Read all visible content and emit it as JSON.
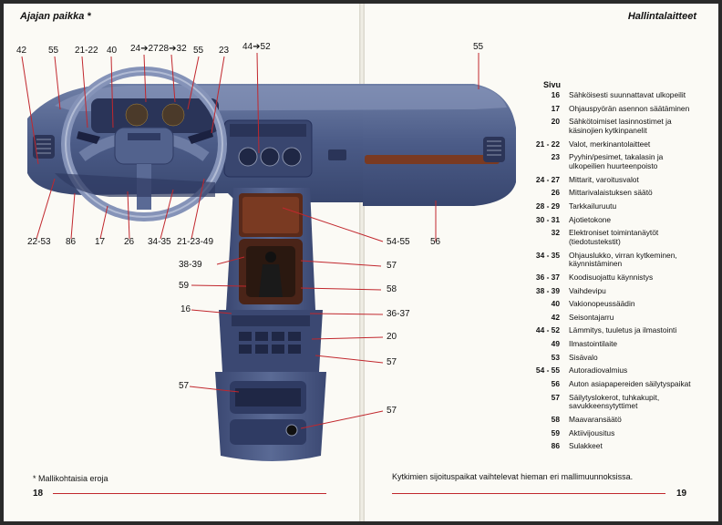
{
  "left_page": {
    "header": "Ajajan paikka  *",
    "footnote": "*  Mallikohtaisia eroja",
    "page_number": "18"
  },
  "right_page": {
    "header": "Hallintalaitteet",
    "column_header": "Sivu",
    "index": [
      {
        "page": "16",
        "text": "Sähköisesti suunnattavat ulkopeilit"
      },
      {
        "page": "17",
        "text": "Ohjauspyörän asennon säätäminen"
      },
      {
        "page": "20",
        "text": "Sähkötoimiset lasinnostimet ja käsinojien kytkinpanelit"
      },
      {
        "page": "21 - 22",
        "text": "Valot, merkinantolaitteet"
      },
      {
        "page": "23",
        "text": "Pyyhin/pesimet, takalasin ja ulkopeilien huurteenpoisto"
      },
      {
        "page": "24 - 27",
        "text": "Mittarit, varoitusvalot"
      },
      {
        "page": "26",
        "text": "Mittarivalaistuksen säätö"
      },
      {
        "page": "28 - 29",
        "text": "Tarkkailuruutu"
      },
      {
        "page": "30 - 31",
        "text": "Ajotietokone"
      },
      {
        "page": "32",
        "text": "Elektroniset toimintanäytöt (tiedotustekstit)"
      },
      {
        "page": "34 - 35",
        "text": "Ohjauslukko, virran kytkeminen, käynnistäminen"
      },
      {
        "page": "36 - 37",
        "text": "Koodisuojattu käynnistys"
      },
      {
        "page": "38 - 39",
        "text": "Vaihdevipu"
      },
      {
        "page": "40",
        "text": "Vakionopeussäädin"
      },
      {
        "page": "42",
        "text": "Seisontajarru"
      },
      {
        "page": "44 - 52",
        "text": "Lämmitys, tuuletus ja ilmastointi"
      },
      {
        "page": "49",
        "text": "Ilmastointilaite"
      },
      {
        "page": "53",
        "text": "Sisävalo"
      },
      {
        "page": "54 - 55",
        "text": "Autoradiovalmius"
      },
      {
        "page": "56",
        "text": "Auton asiapapereiden säilytyspaikat"
      },
      {
        "page": "57",
        "text": "Säilytyslokerot, tuhkakupit, savukkeensytyttimet"
      },
      {
        "page": "58",
        "text": "Maavaransäätö"
      },
      {
        "page": "59",
        "text": "Aktiivijousitus"
      },
      {
        "page": "86",
        "text": "Sulakkeet"
      }
    ],
    "note": "Kytkimien sijoituspaikat vaihtelevat hieman eri mallimuunnoksissa.",
    "page_number": "19"
  },
  "callouts": {
    "top": [
      "42",
      "55",
      "21-22",
      "40",
      "24➔27",
      "28➔32",
      "55",
      "23",
      "44➔52",
      "55"
    ],
    "bottom": [
      "22-53",
      "86",
      "17",
      "26",
      "34-35",
      "21-23-49",
      "54-55",
      "56"
    ],
    "console_left": [
      "38-39",
      "59",
      "16",
      "57"
    ],
    "console_right": [
      "57",
      "58",
      "36-37",
      "20",
      "57",
      "57"
    ]
  },
  "colors": {
    "accent_rule": "#c1272d",
    "dashboard": "#4a5a86"
  }
}
